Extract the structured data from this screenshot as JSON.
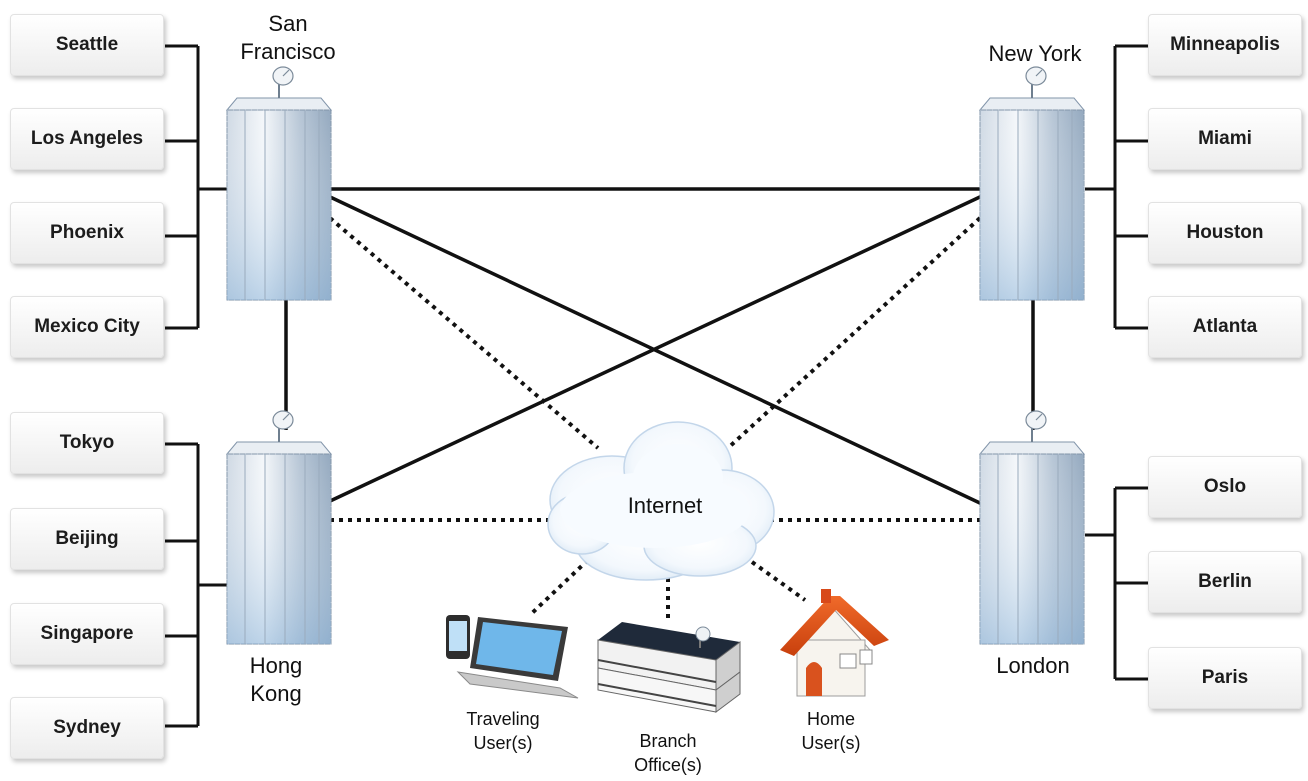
{
  "hubs": {
    "sf": "San Francisco",
    "ny": "New York",
    "hk": "Hong Kong",
    "ldn": "London"
  },
  "cities": {
    "sf": [
      "Seattle",
      "Los Angeles",
      "Phoenix",
      "Mexico City"
    ],
    "hk": [
      "Tokyo",
      "Beijing",
      "Singapore",
      "Sydney"
    ],
    "ny": [
      "Minneapolis",
      "Miami",
      "Houston",
      "Atlanta"
    ],
    "ldn": [
      "Oslo",
      "Berlin",
      "Paris"
    ]
  },
  "internet": "Internet",
  "endpoints": {
    "traveling": "Traveling User(s)",
    "branch": "Branch Office(s)",
    "home": "Home User(s)"
  }
}
